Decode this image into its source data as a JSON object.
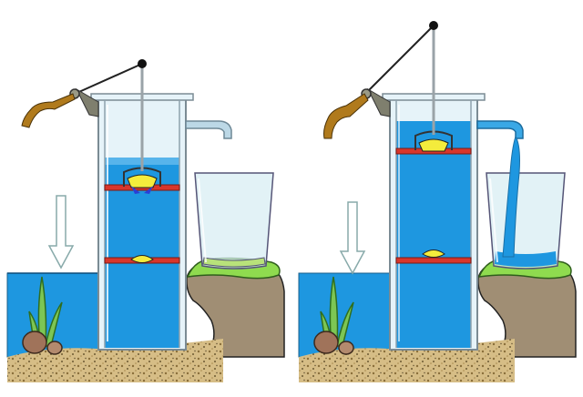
{
  "diagram": {
    "panels": [
      {
        "id": "left",
        "state": "piston down",
        "outflow": false,
        "tube_filled_to": "piston",
        "glass": "empty"
      },
      {
        "id": "right",
        "state": "piston raised",
        "outflow": true,
        "tube_filled_to": "top",
        "glass": "filling"
      }
    ],
    "colors": {
      "water": "#1e97e0",
      "water_light": "#6fc0ef",
      "glass": "#d5ecf2",
      "pipe": "#bcd8e6",
      "valve_red": "#d8362b",
      "valve_yellow": "#f4ec3c",
      "valve_blue": "#2a3fd6",
      "earth": "#a08e74",
      "gravel": "#d8c08a",
      "grass": "#8fdb4f",
      "handle_wood": "#b07a1c",
      "lever_grey": "#7f7f6e",
      "rod": "#9aa3a8"
    },
    "icons": [
      "down-arrow-icon",
      "grass-icon",
      "rock-icon",
      "valve-icon",
      "lever-icon",
      "glass-icon"
    ]
  }
}
